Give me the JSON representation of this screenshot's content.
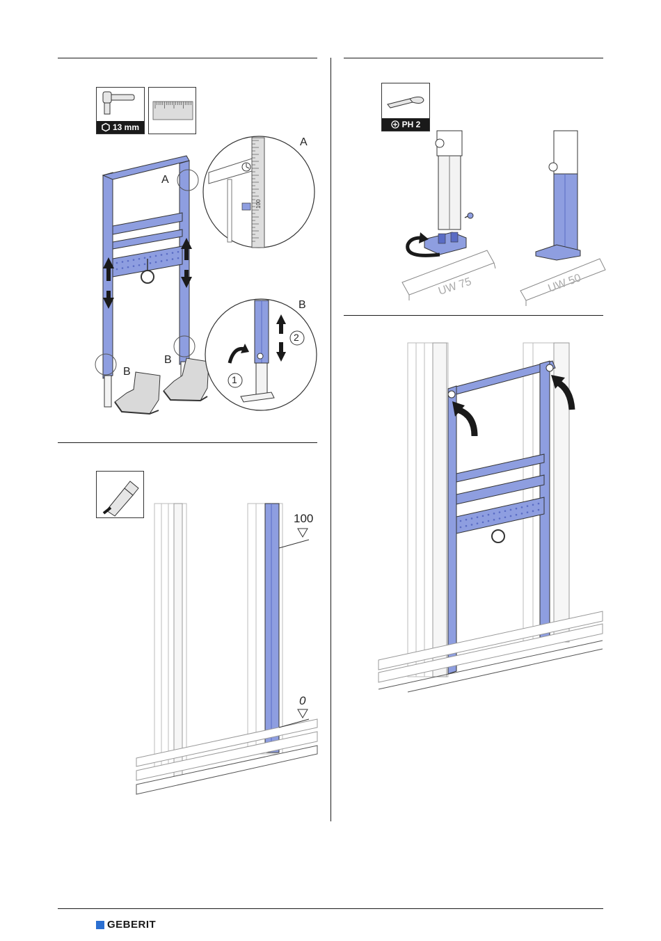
{
  "panel_top_left": {
    "tools": {
      "wrench_size": "13 mm"
    },
    "callouts": {
      "a_detail": "A",
      "a_frame": "A",
      "b_detail": "B",
      "b_frame_left": "B",
      "b_frame_right": "B"
    },
    "steps": {
      "one": "1",
      "two": "2"
    },
    "ruler_mark": "100"
  },
  "panel_top_right": {
    "tools": {
      "screwdriver": "PH 2"
    },
    "labels": {
      "profile_left": "UW 75",
      "profile_right": "UW 50"
    }
  },
  "panel_bottom_left": {
    "marks": {
      "upper": "100",
      "lower": "0"
    }
  },
  "footer": {
    "brand": "GEBERIT"
  },
  "colors": {
    "frame_blue": "#8e9ee0",
    "frame_blue_dark": "#5a6cc4",
    "line": "#1a1a1a",
    "brand_blue": "#2b6fd1"
  }
}
